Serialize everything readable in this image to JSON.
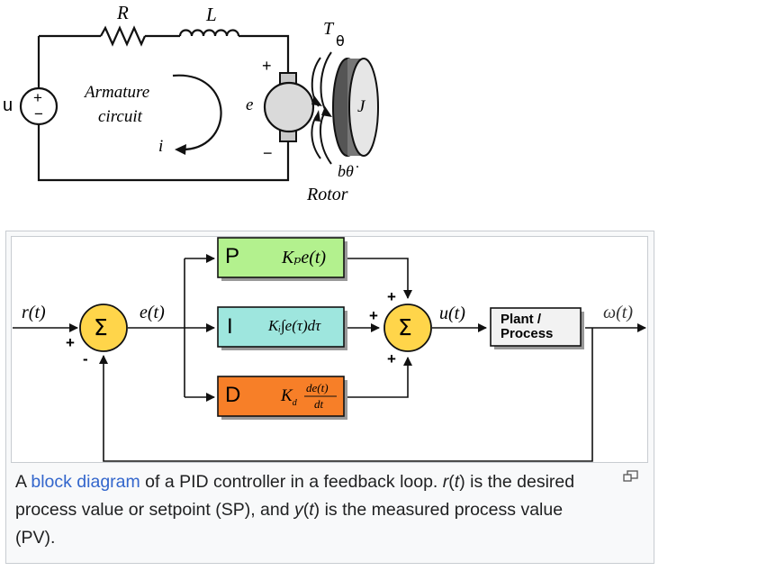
{
  "motor": {
    "resistor_label": "R",
    "inductor_label": "L",
    "source_label": "u",
    "source_plus": "+",
    "source_minus": "−",
    "armature_line1": "Armature",
    "armature_line2": "circuit",
    "current_label": "i",
    "emf_label": "e",
    "emf_plus": "+",
    "emf_minus": "−",
    "torque_T": "T",
    "torque_theta": "θ",
    "inertia_label": "J",
    "friction_label": "bθ̇",
    "rotor_label": "Rotor"
  },
  "pid": {
    "input_label": "r(t)",
    "error_label": "e(t)",
    "output_label": "u(t)",
    "plant_line1": "Plant /",
    "plant_line2": "Process",
    "omega_label": "ω(t)",
    "sum_symbol": "Σ",
    "sum1_plus": "+",
    "sum1_minus": "-",
    "sum2_plus_top": "+",
    "sum2_plus_left": "+",
    "sum2_plus_bottom": "+",
    "p_letter": "P",
    "p_formula": "Kₚe(t)",
    "i_letter": "I",
    "i_formula": "Kᵢ∫e(τ)dτ",
    "d_letter": "D",
    "d_coef": "K",
    "d_sub": "d",
    "d_num": "de(t)",
    "d_den": "dt",
    "colors": {
      "p_block": "#b3f18e",
      "i_block": "#9ee6de",
      "d_block": "#f77f28",
      "sum_fill": "#ffd54a",
      "plant_fill": "#f2f2f2"
    }
  },
  "caption": {
    "pre": "A ",
    "link": "block diagram",
    "mid1": " of a PID controller in a feedback loop. ",
    "r": "r",
    "t1": "(",
    "t2": "t",
    "t3": ")",
    "mid2": " is the desired process value or setpoint (SP), and ",
    "y": "y",
    "end": " is the measured process value (PV).",
    "enlarge_icon": "enlarge-icon"
  }
}
